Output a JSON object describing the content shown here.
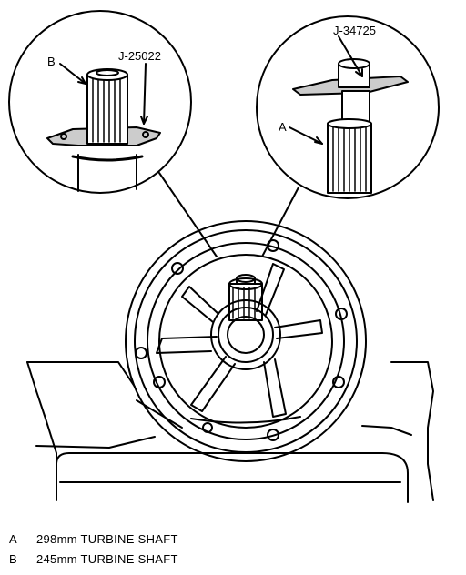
{
  "callouts": {
    "tool_left": "J-25022",
    "tool_right": "J-34725",
    "shaft_left": "B",
    "shaft_right": "A"
  },
  "legend": [
    {
      "key": "A",
      "text": "298mm TURBINE SHAFT"
    },
    {
      "key": "B",
      "text": "245mm TURBINE SHAFT"
    }
  ],
  "colors": {
    "ink": "#000000",
    "paper": "#ffffff"
  }
}
